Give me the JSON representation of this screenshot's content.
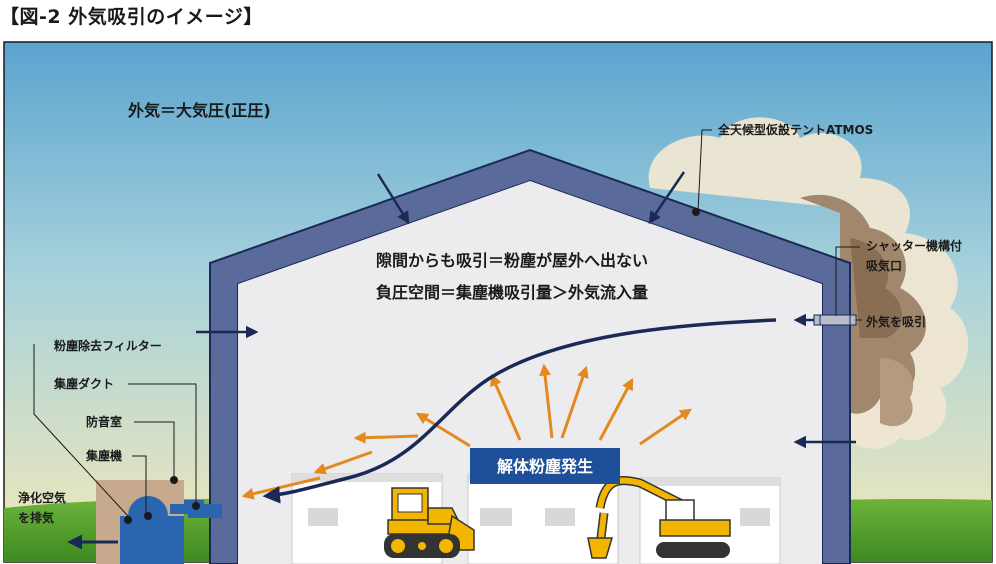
{
  "title": "【図-2 外気吸引のイメージ】",
  "labels": {
    "outside_air": "外気＝大気圧(正圧)",
    "tent_name": "全天候型仮設テントATMOS",
    "inner_line1": "隙間からも吸引＝粉塵が屋外へ出ない",
    "inner_line2": "負圧空間＝集塵機吸引量＞外気流入量",
    "shutter_line1": "シャッター機構付",
    "shutter_line2": "吸気口",
    "intake": "外気を吸引",
    "filter": "粉塵除去フィルター",
    "duct": "集塵ダクト",
    "soundproof": "防音室",
    "collector": "集塵機",
    "exhaust_line1": "浄化空気",
    "exhaust_line2": "を排気",
    "dust_source": "解体粉塵発生"
  },
  "colors": {
    "sky_top": "#5aa4cf",
    "sky_bottom": "#f3e9b8",
    "tent_frame": "#5a6a9a",
    "tent_frame_outline": "#1a2a55",
    "tent_interior": "#ececee",
    "badge": "#1e4f99",
    "dust_arrow": "#e3891f",
    "air_arrow": "#1a2a55",
    "machine_blue": "#2a65b0",
    "soundproof_box": "#c7a98d",
    "grass": "#4e9a2a",
    "heavy_machine": "#f2b500"
  },
  "icons": {
    "bulldozer": "bulldozer-icon",
    "excavator": "excavator-icon",
    "dust_collector": "dust-collector-icon"
  }
}
